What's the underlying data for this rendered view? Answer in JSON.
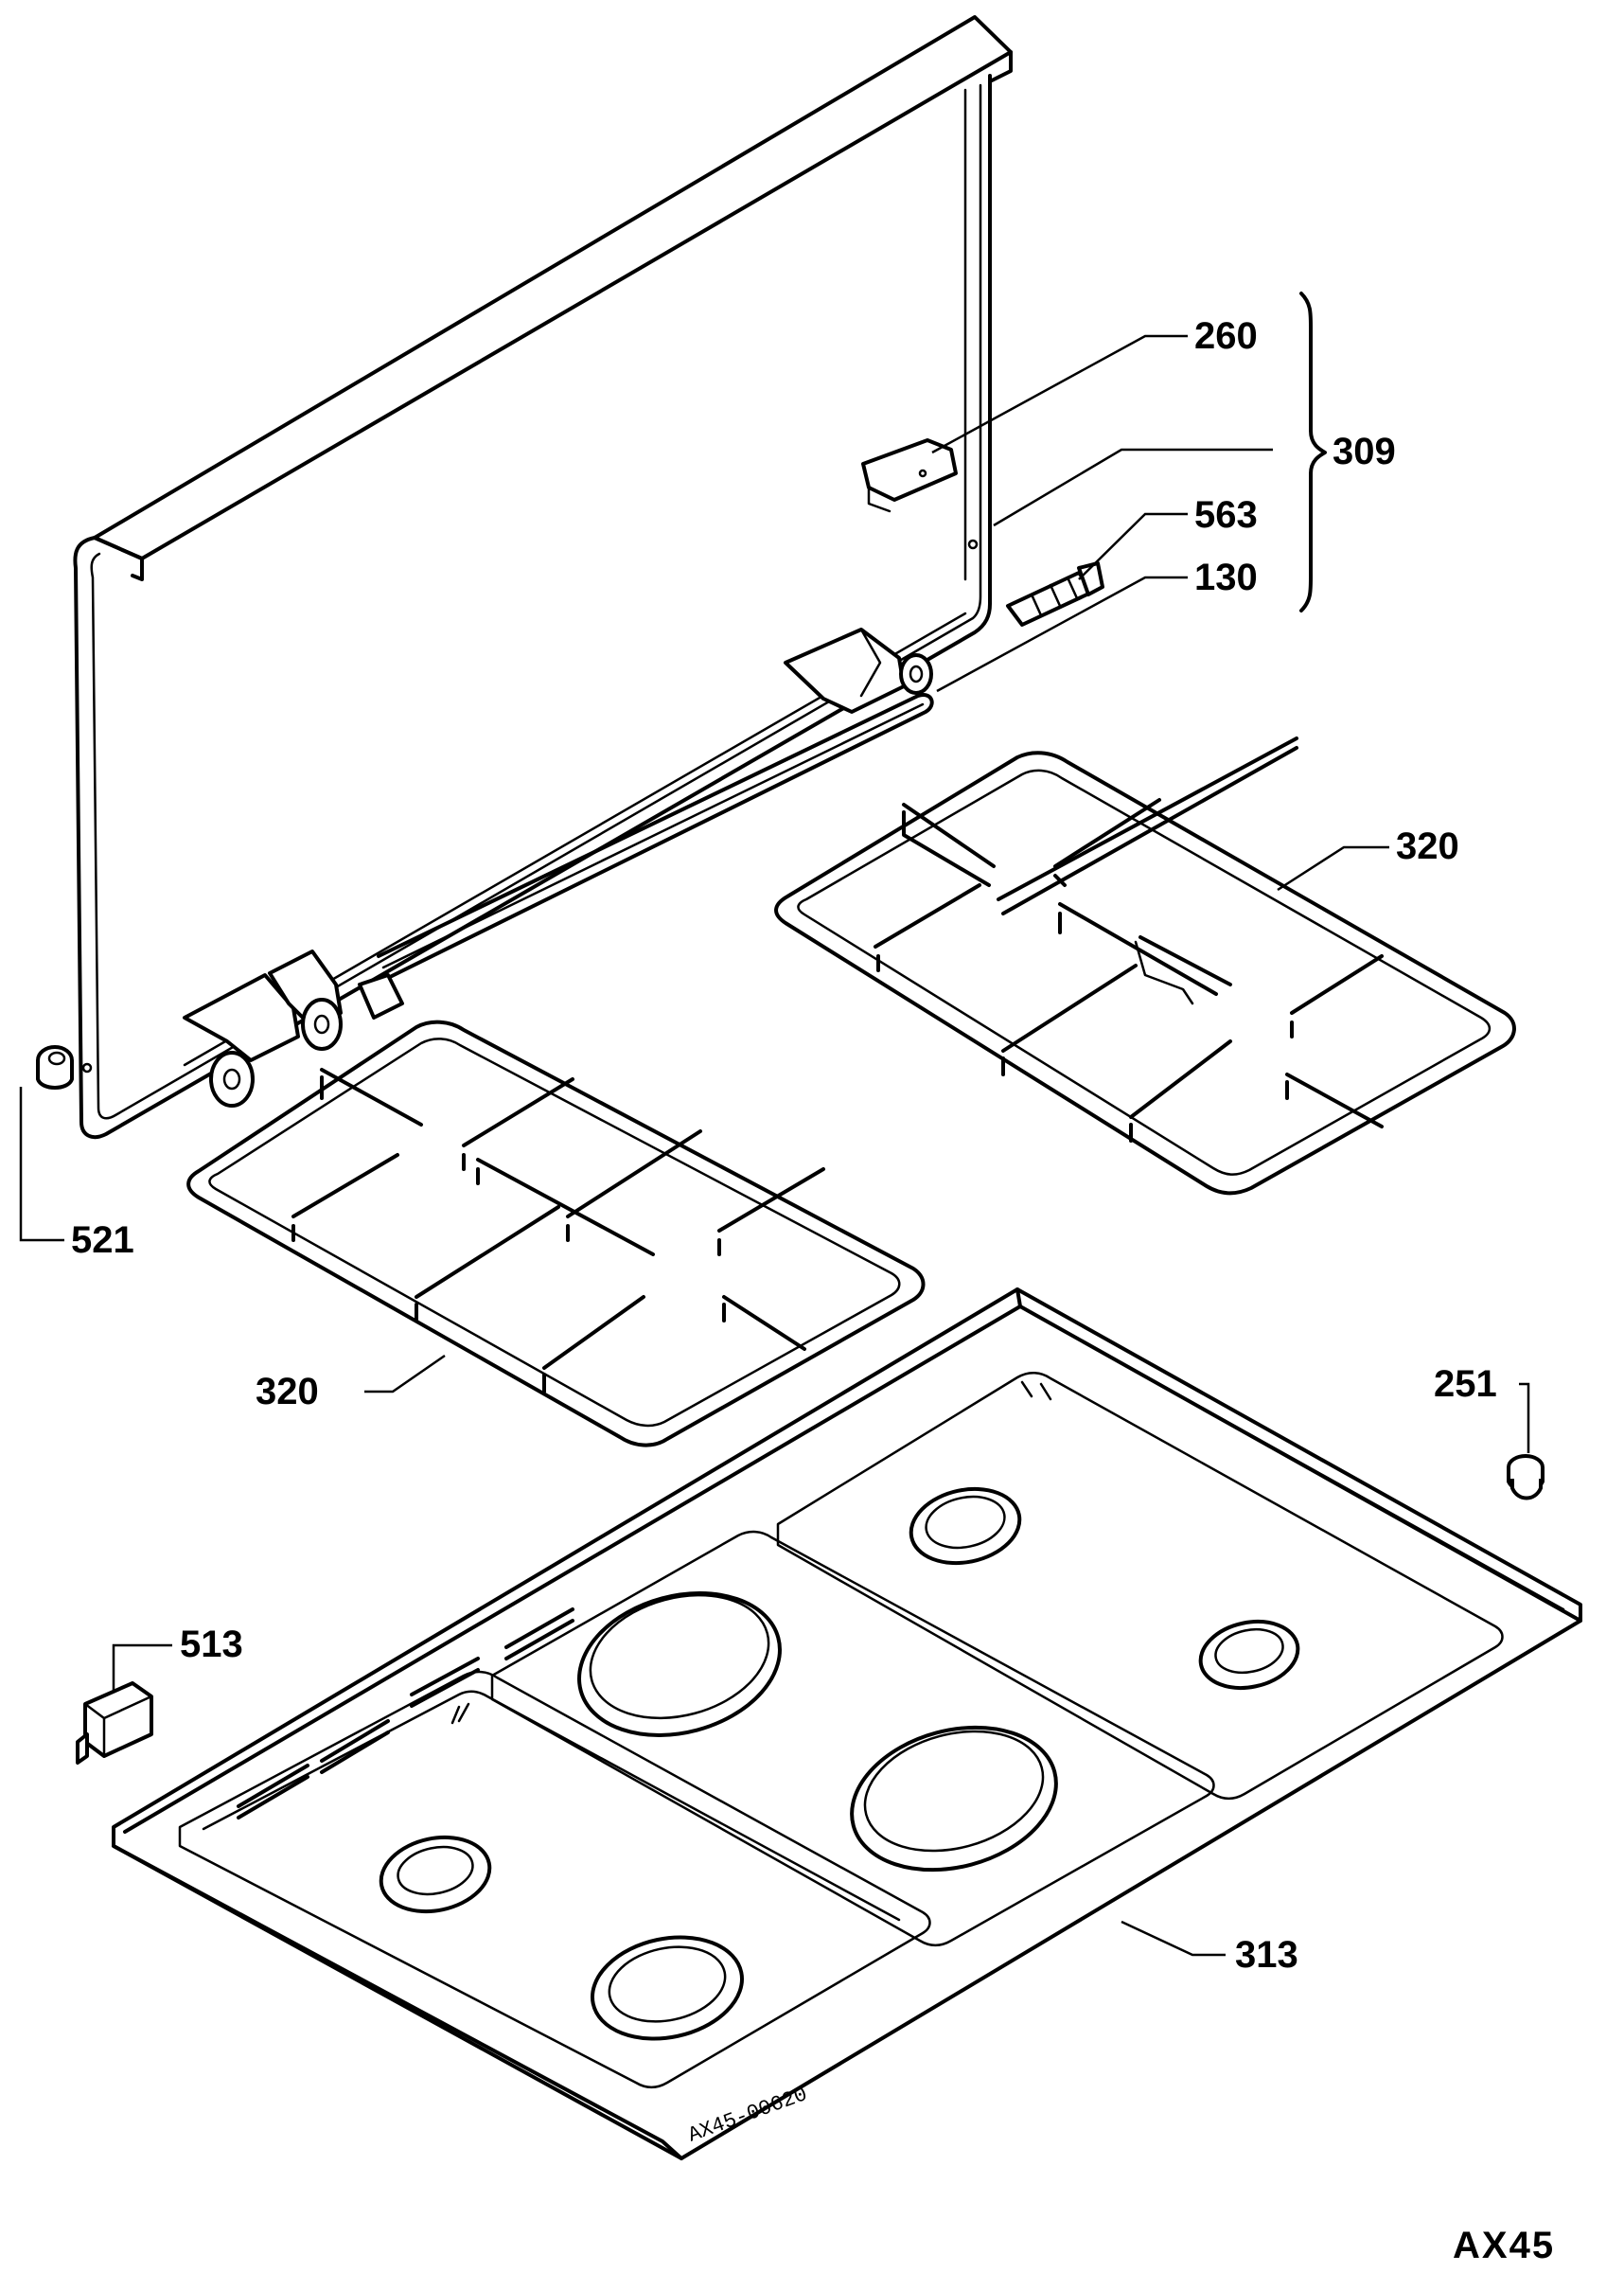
{
  "diagram": {
    "code": "AX45",
    "serial": "AX45-00620",
    "labels": {
      "p260": "260",
      "p309": "309",
      "p563": "563",
      "p130": "130",
      "p320a": "320",
      "p320b": "320",
      "p521": "521",
      "p251": "251",
      "p513": "513",
      "p313": "313"
    }
  }
}
